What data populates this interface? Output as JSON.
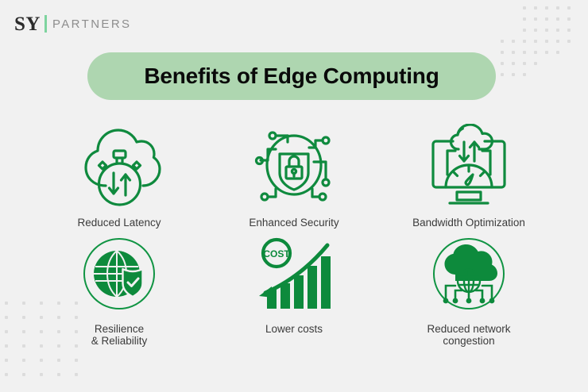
{
  "brand": {
    "logo_primary": "SY",
    "logo_secondary": "PARTNERS",
    "divider_color": "#7ed49f"
  },
  "header": {
    "title": "Benefits of Edge Computing",
    "banner_color": "#aed6b0",
    "title_color": "#0a0a0a"
  },
  "theme": {
    "background": "#f1f1f1",
    "icon_green": "#0f8a3e",
    "icon_green_solid": "#0d8a3c",
    "label_color": "#3b3b3b",
    "dot_color": "#dcdcdc"
  },
  "benefits": [
    {
      "id": "reduced-latency",
      "label": "Reduced Latency",
      "icon": "cloud-stopwatch-arrows-icon"
    },
    {
      "id": "enhanced-security",
      "label": "Enhanced Security",
      "icon": "network-shield-lock-icon"
    },
    {
      "id": "bandwidth-optimization",
      "label": "Bandwidth Optimization",
      "icon": "monitor-cloud-gauge-icon"
    },
    {
      "id": "resilience-reliability",
      "label": "Resilience\n& Reliability",
      "icon": "globe-shield-check-icon"
    },
    {
      "id": "lower-costs",
      "label": "Lower costs",
      "icon": "cost-down-bar-chart-icon"
    },
    {
      "id": "reduced-network-congestion",
      "label": "Reduced network\ncongestion",
      "icon": "cloud-globe-network-icon"
    }
  ],
  "icon_labels": {
    "cost_badge": "COST"
  }
}
